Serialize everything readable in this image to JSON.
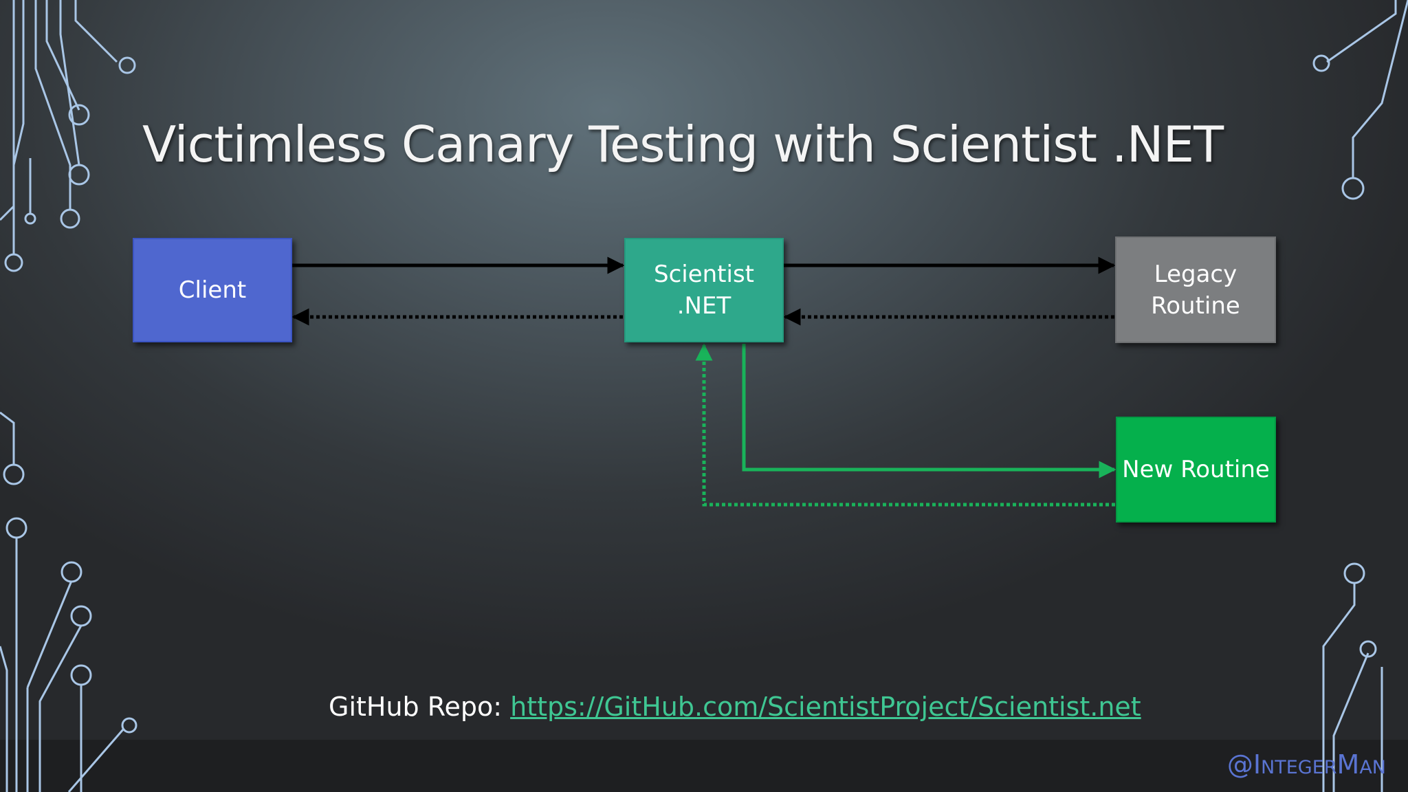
{
  "slide": {
    "title": "Victimless Canary Testing with Scientist .NET",
    "footer": {
      "label": "GitHub Repo:",
      "link_text": "https://GitHub.com/ScientistProject/Scientist.net"
    },
    "handle": "@IntegerMan"
  },
  "diagram": {
    "nodes": {
      "client": "Client",
      "scientist": "Scientist\n.NET",
      "legacy": "Legacy\nRoutine",
      "new_routine": "New Routine"
    },
    "edges": [
      {
        "from": "client",
        "to": "scientist",
        "style": "solid",
        "color": "#000000"
      },
      {
        "from": "scientist",
        "to": "client",
        "style": "dotted",
        "color": "#000000"
      },
      {
        "from": "scientist",
        "to": "legacy",
        "style": "solid",
        "color": "#000000"
      },
      {
        "from": "legacy",
        "to": "scientist",
        "style": "dotted",
        "color": "#000000"
      },
      {
        "from": "scientist",
        "to": "new_routine",
        "style": "solid",
        "color": "#19b35a"
      },
      {
        "from": "new_routine",
        "to": "scientist",
        "style": "dotted",
        "color": "#19b35a"
      }
    ]
  },
  "colors": {
    "client": "#4f67cf",
    "scientist": "#2ea88b",
    "legacy": "#7c7e80",
    "new_routine": "#05b04c",
    "link": "#3fc793",
    "handle": "#5a74d2",
    "circuit": "#a9c6e6"
  },
  "decorations": {
    "circuit_icon": "circuit-trace-icon"
  }
}
